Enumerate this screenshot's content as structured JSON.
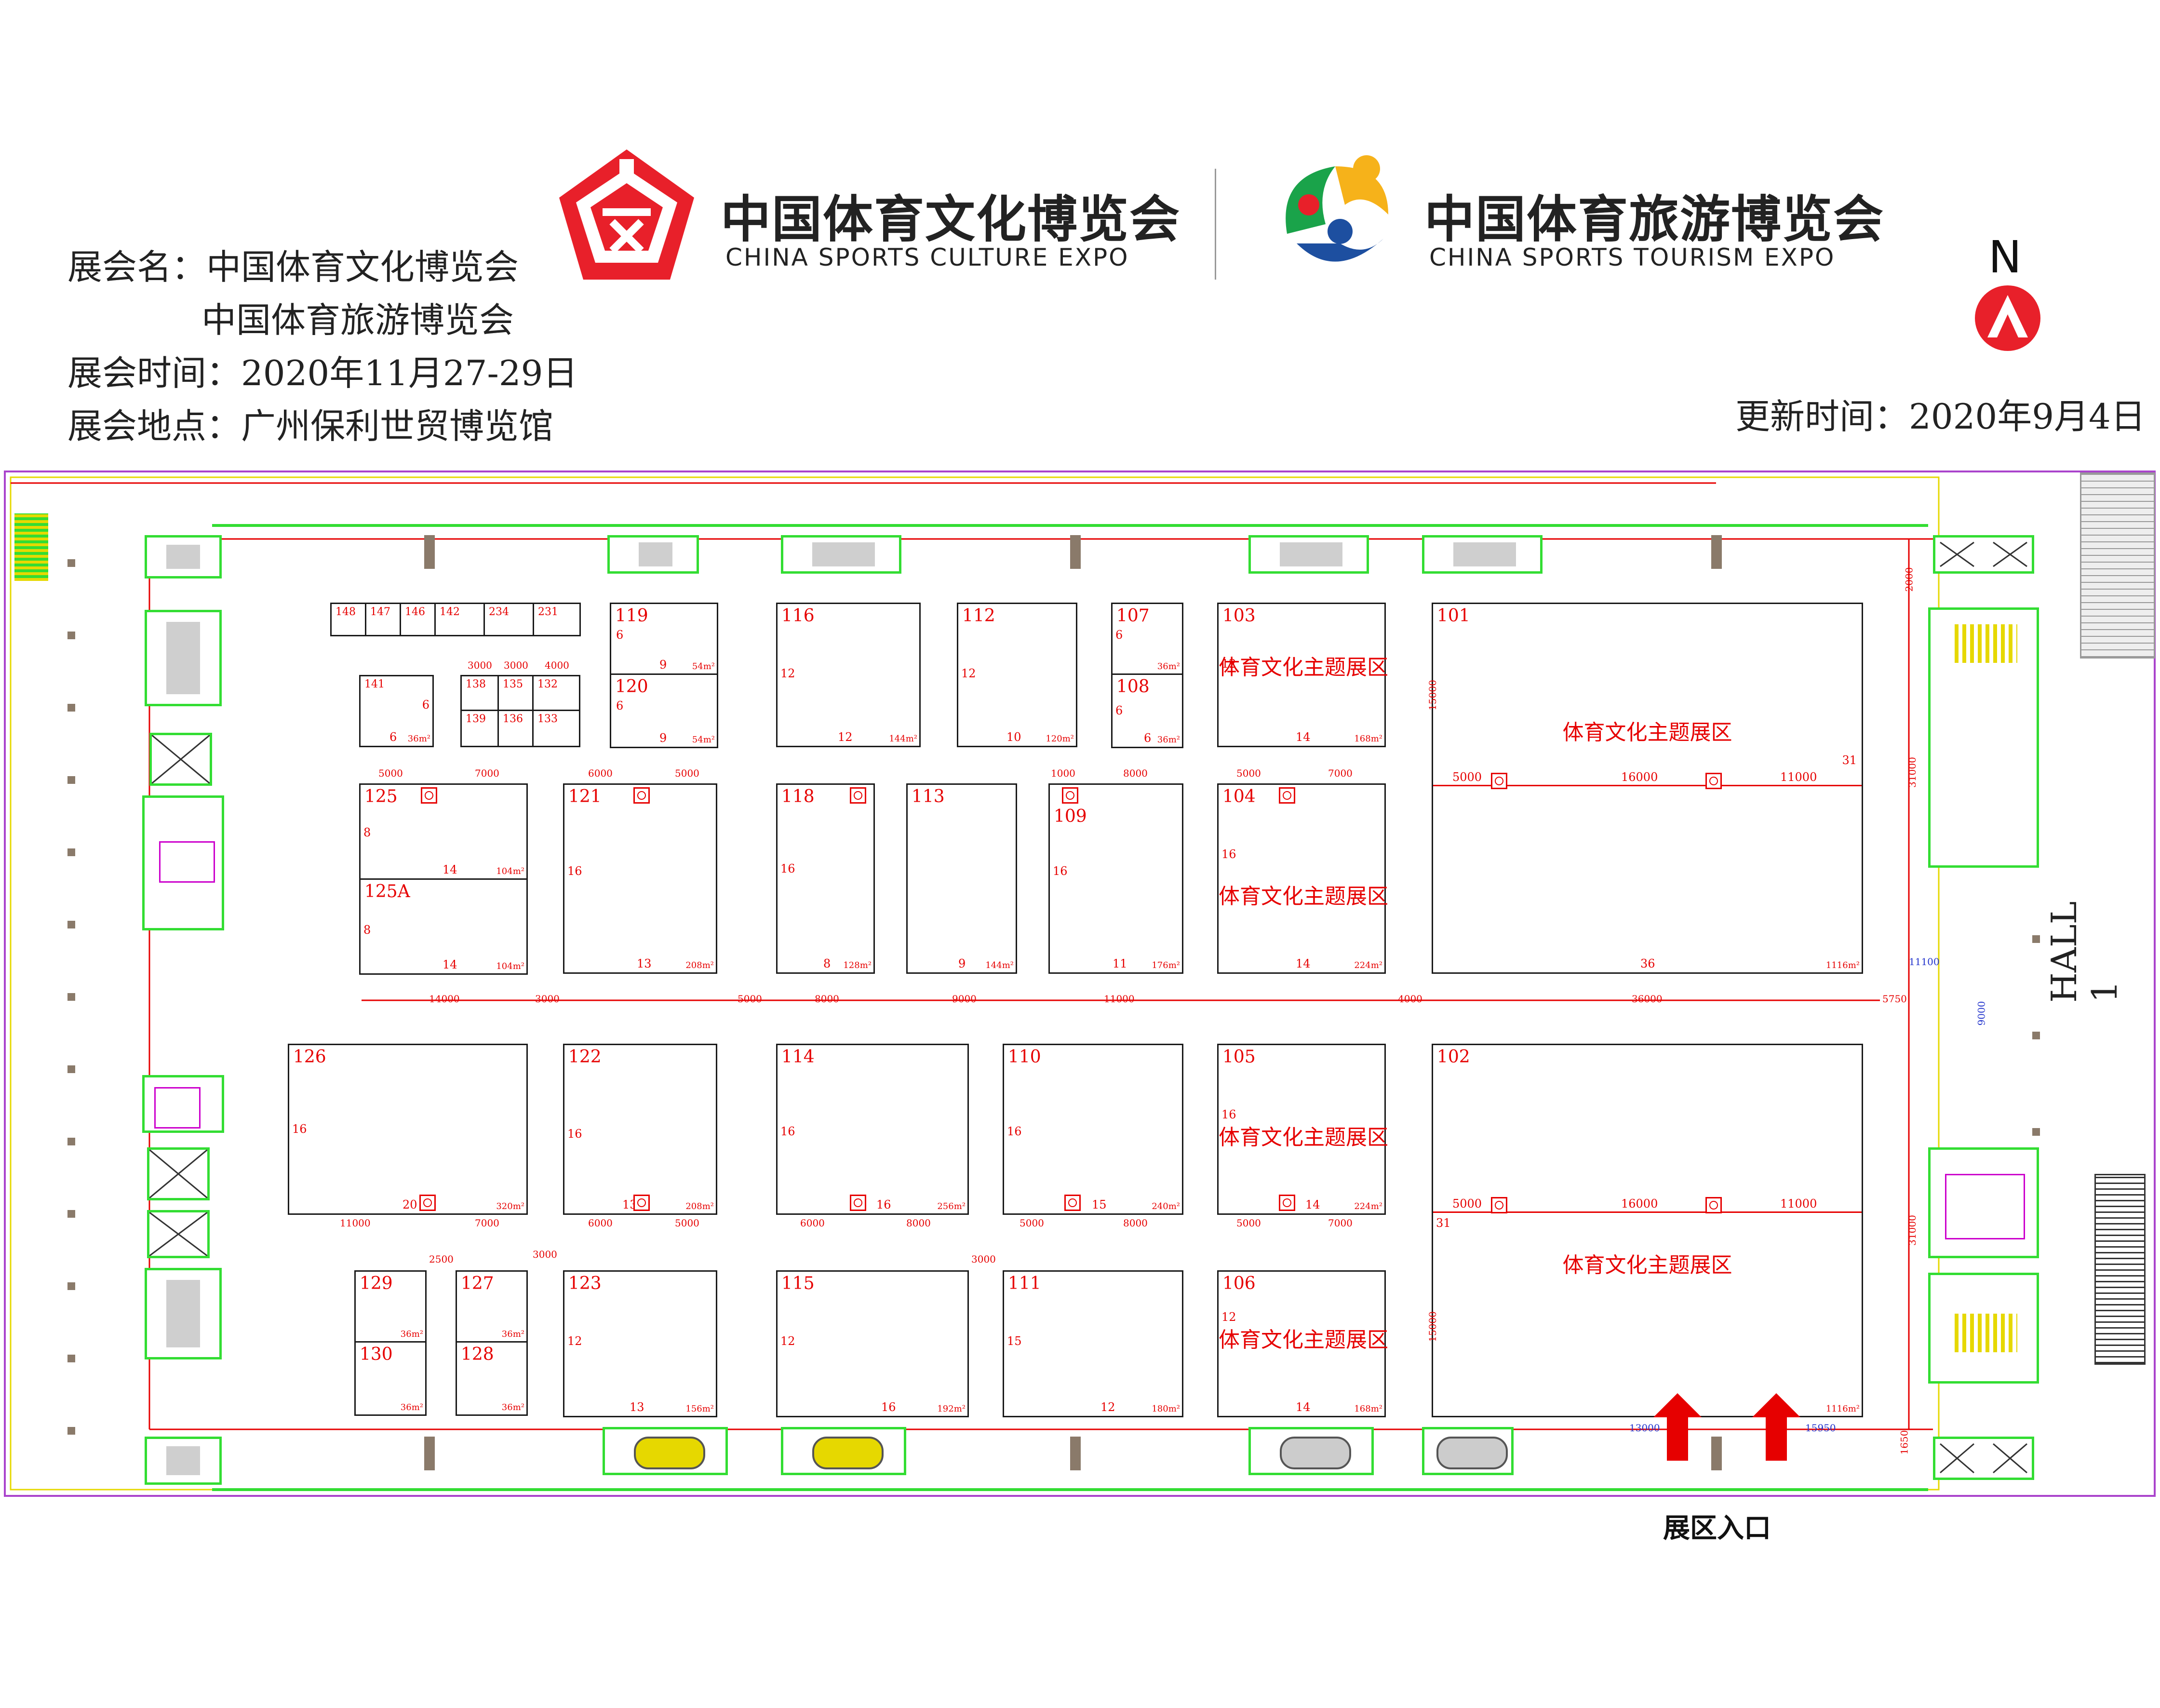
{
  "header": {
    "expo_name_label": "展会名：中国体育文化博览会",
    "expo_name_line2": "中国体育旅游博览会",
    "expo_time_label": "展会时间：2020年11月27-29日",
    "expo_venue_label": "展会地点：广州保利世贸博览馆",
    "update_time_label": "更新时间：2020年9月4日",
    "north_label": "N"
  },
  "logos": {
    "culture_cn": "中国体育文化博览会",
    "culture_en": "CHINA SPORTS CULTURE EXPO",
    "tourism_cn": "中国体育旅游博览会",
    "tourism_en": "CHINA SPORTS TOURISM EXPO"
  },
  "hall": {
    "name": "HALL 1",
    "entrance_label": "展区入口",
    "theme_label": "体育文化主题展区"
  },
  "booths": [
    {
      "id": "148",
      "label": "148"
    },
    {
      "id": "147",
      "label": "147"
    },
    {
      "id": "146",
      "label": "146"
    },
    {
      "id": "142",
      "label": "142"
    },
    {
      "id": "234",
      "label": "234"
    },
    {
      "id": "231",
      "label": "231"
    },
    {
      "id": "141",
      "label": "141"
    },
    {
      "id": "138",
      "label": "138"
    },
    {
      "id": "135",
      "label": "135"
    },
    {
      "id": "132",
      "label": "132"
    },
    {
      "id": "139",
      "label": "139"
    },
    {
      "id": "136",
      "label": "136"
    },
    {
      "id": "133",
      "label": "133"
    },
    {
      "id": "119",
      "label": "119"
    },
    {
      "id": "120",
      "label": "120"
    },
    {
      "id": "116",
      "label": "116"
    },
    {
      "id": "112",
      "label": "112"
    },
    {
      "id": "107",
      "label": "107"
    },
    {
      "id": "108",
      "label": "108"
    },
    {
      "id": "103",
      "label": "103"
    },
    {
      "id": "101",
      "label": "101"
    },
    {
      "id": "125",
      "label": "125"
    },
    {
      "id": "125A",
      "label": "125A"
    },
    {
      "id": "121",
      "label": "121"
    },
    {
      "id": "118",
      "label": "118"
    },
    {
      "id": "113",
      "label": "113"
    },
    {
      "id": "109",
      "label": "109"
    },
    {
      "id": "104",
      "label": "104"
    },
    {
      "id": "126",
      "label": "126"
    },
    {
      "id": "122",
      "label": "122"
    },
    {
      "id": "114",
      "label": "114"
    },
    {
      "id": "110",
      "label": "110"
    },
    {
      "id": "105",
      "label": "105"
    },
    {
      "id": "102",
      "label": "102"
    },
    {
      "id": "129",
      "label": "129"
    },
    {
      "id": "130",
      "label": "130"
    },
    {
      "id": "127",
      "label": "127"
    },
    {
      "id": "128",
      "label": "128"
    },
    {
      "id": "123",
      "label": "123"
    },
    {
      "id": "115",
      "label": "115"
    },
    {
      "id": "111",
      "label": "111"
    },
    {
      "id": "106",
      "label": "106"
    }
  ],
  "dims": {
    "d_14000": "14000",
    "d_3000": "3000",
    "d_5000": "5000",
    "d_8000": "8000",
    "d_9000": "9000",
    "d_11000": "11000",
    "d_4000": "4000",
    "d_36000": "36000",
    "d_5750": "5750",
    "d_16000": "16000",
    "d_7000": "7000",
    "d_6000": "6000",
    "d_1000": "1000",
    "d_2500": "2500",
    "d_13000": "13000",
    "d_15950": "15950",
    "d_31000": "31000",
    "d_15000": "15000",
    "d_2000": "2000",
    "d_11100": "11100",
    "d_9000v": "9000",
    "d_1650": "1650",
    "n_6": "6",
    "n_8": "8",
    "n_9": "9",
    "n_10": "10",
    "n_11": "11",
    "n_12": "12",
    "n_13": "13",
    "n_14": "14",
    "n_15": "15",
    "n_16": "16",
    "n_20": "20",
    "n_31": "31",
    "n_36": "36",
    "a_36": "36m²",
    "a_54": "54m²",
    "a_104": "104m²",
    "a_120": "120m²",
    "a_128": "128m²",
    "a_144": "144m²",
    "a_156": "156m²",
    "a_168": "168m²",
    "a_176": "176m²",
    "a_180": "180m²",
    "a_192": "192m²",
    "a_208": "208m²",
    "a_224": "224m²",
    "a_240": "240m²",
    "a_256": "256m²",
    "a_320": "320m²",
    "a_1116": "1116m²"
  },
  "colors": {
    "booth_label": "#e60000",
    "green_wall": "#33dd33",
    "arrow": "#e60000",
    "logo_red": "#e8202a"
  }
}
